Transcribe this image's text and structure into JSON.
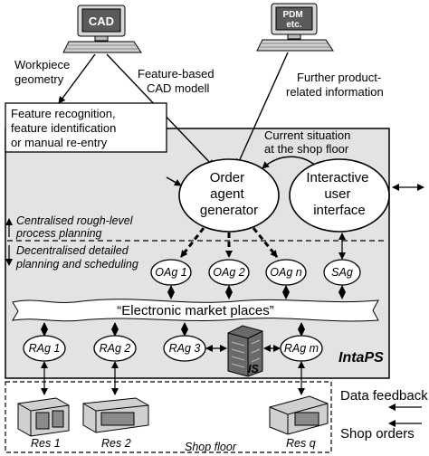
{
  "computers": {
    "cad": {
      "screen_label": "CAD",
      "caption_lines": [
        "Workpiece",
        "geometry"
      ]
    },
    "cad_model_caption": [
      "Feature-based",
      "CAD modell"
    ],
    "pdm": {
      "screen_label_lines": [
        "PDM",
        "etc."
      ],
      "caption_lines": [
        "Further product-",
        "related information"
      ]
    }
  },
  "feature_box": {
    "lines": [
      "Feature recognition,",
      "feature identification",
      "or manual re-entry"
    ]
  },
  "current_situation": {
    "lines": [
      "Current situation",
      "at the shop floor"
    ]
  },
  "order_agent_generator": {
    "lines": [
      "Order",
      "agent",
      "generator"
    ]
  },
  "interactive_ui": {
    "lines": [
      "Interactive",
      "user",
      "interface"
    ]
  },
  "planning_levels": {
    "upper": [
      "Centralised rough-level",
      "process planning"
    ],
    "lower": [
      "Decentralised detailed",
      "planning and scheduling"
    ]
  },
  "order_agents": [
    "OAg 1",
    "OAg 2",
    "OAg n"
  ],
  "service_agent": "SAg",
  "market": "“Electronic market places”",
  "resource_agents": [
    "RAg 1",
    "RAg 2",
    "RAg 3",
    "RAg m"
  ],
  "is_label": "IS",
  "system_name": "IntaPS",
  "resources": [
    "Res 1",
    "Res 2",
    "Res q"
  ],
  "shop_floor": "Shop floor",
  "side_labels": {
    "feedback": "Data feedback",
    "orders": "Shop orders"
  },
  "colors": {
    "panel": "#e3e3e3",
    "ink": "#000000",
    "machine": "#d0d0d0",
    "screen": "#5a5a5a"
  }
}
